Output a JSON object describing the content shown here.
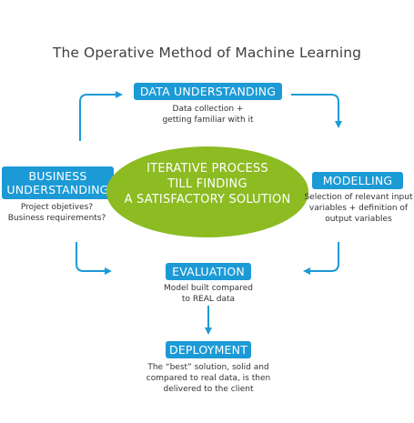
{
  "title": "The Operative Method of Machine Learning",
  "center": "ITERATIVE PROCESS\nTILL FINDING\nA SATISFACTORY SOLUTION",
  "nodes": {
    "data_understanding": {
      "label": "DATA UNDERSTANDING",
      "desc": "Data collection +\ngetting familiar with it"
    },
    "business_understanding": {
      "label": "BUSINESS\nUNDERSTANDING",
      "desc": "Project objetives?\nBusiness requirements?"
    },
    "modelling": {
      "label": "MODELLING",
      "desc": "Selection of relevant input\nvariables + definition of\noutput variables"
    },
    "evaluation": {
      "label": "EVALUATION",
      "desc": "Model built compared\nto REAL data"
    },
    "deployment": {
      "label": "DEPLOYMENT",
      "desc": "The “best” solution, solid and\ncompared to real data,  is then\ndelivered to the client"
    }
  },
  "colors": {
    "accent_blue": "#1c9ad6",
    "center_green": "#8cbb22"
  }
}
